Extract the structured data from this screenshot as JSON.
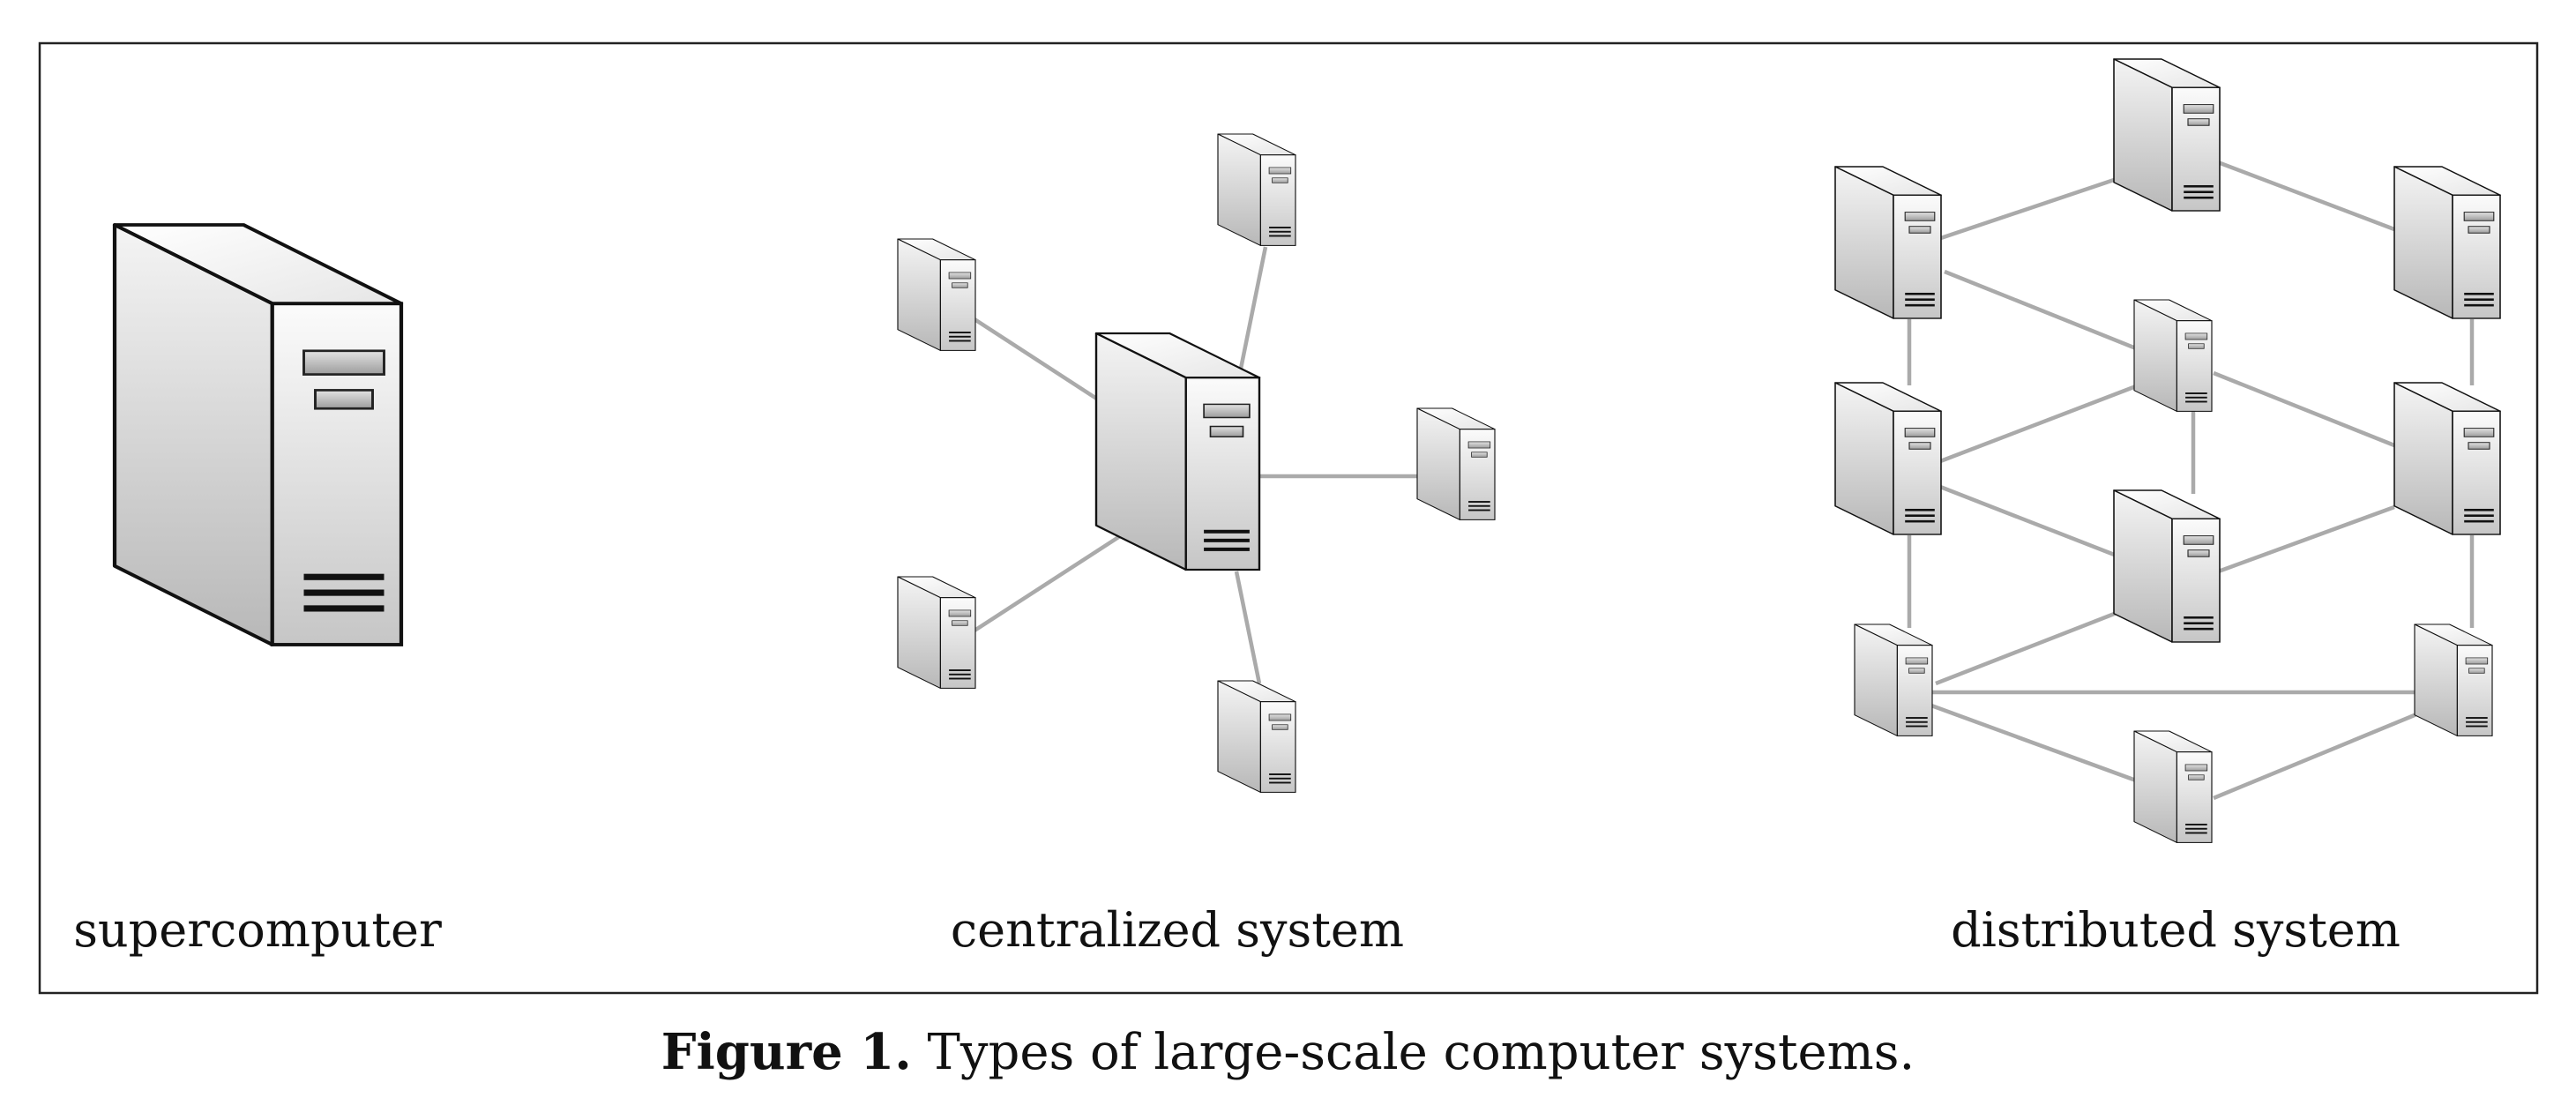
{
  "panels": {
    "supercomputer": {
      "label": "supercomputer"
    },
    "centralized": {
      "label": "centralized system"
    },
    "distributed": {
      "label": "distributed system"
    }
  },
  "caption": {
    "label": "Figure 1.",
    "text": "Types of large-scale computer systems."
  },
  "colors": {
    "frame": "#222222",
    "connection": "#aaaaaa",
    "tower_outline": "#111111",
    "tower_gradient_light": "#fbfbfb",
    "tower_gradient_dark": "#c6c6c6"
  },
  "icons": {
    "server": "server-tower-icon"
  }
}
